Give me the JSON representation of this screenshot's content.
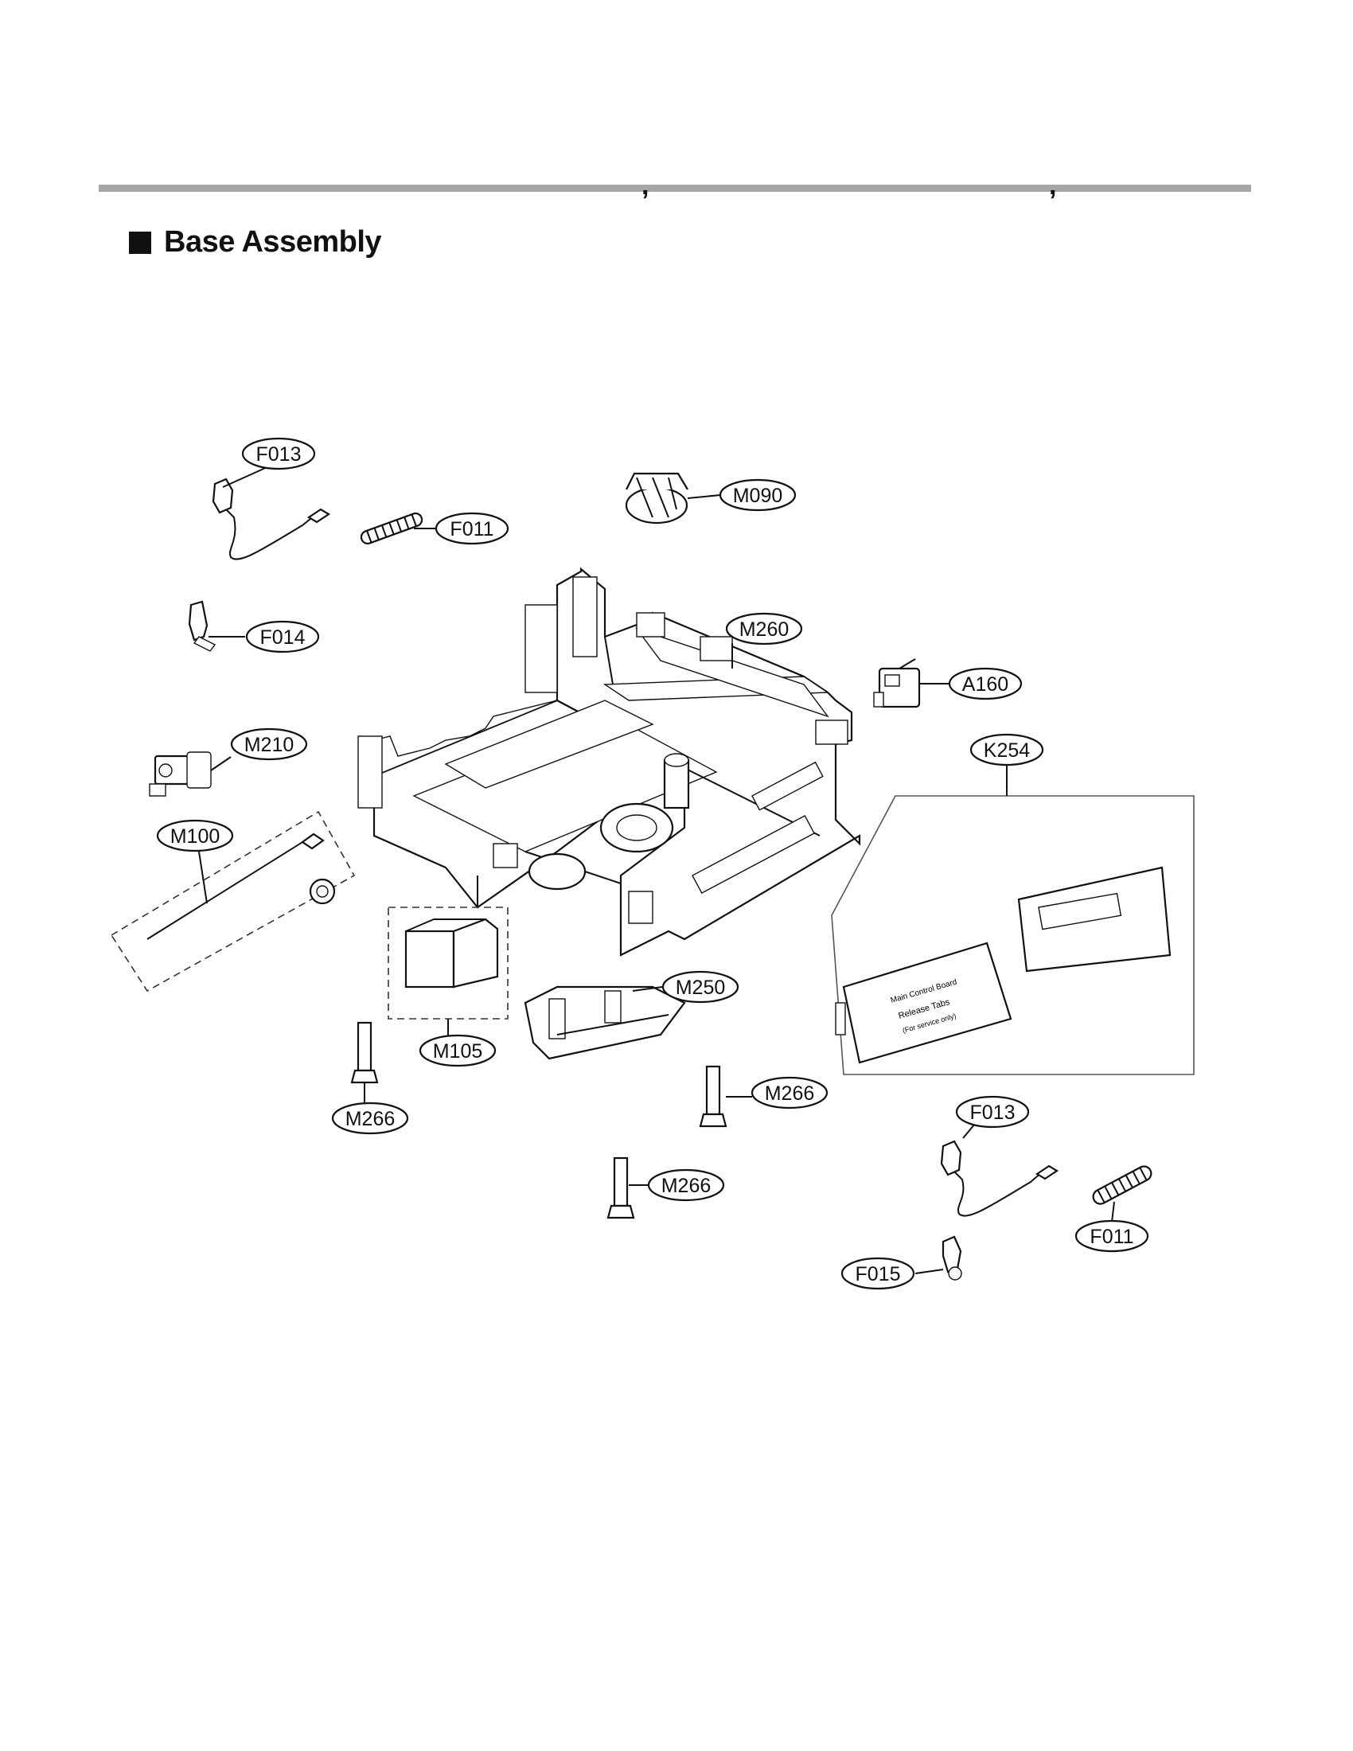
{
  "header": {
    "title": "Base Assembly",
    "rule_color": "#a7a7a7"
  },
  "callouts": [
    {
      "id": "F013",
      "label": "F013"
    },
    {
      "id": "F011",
      "label": "F011"
    },
    {
      "id": "M090",
      "label": "M090"
    },
    {
      "id": "F014",
      "label": "F014"
    },
    {
      "id": "M260",
      "label": "M260"
    },
    {
      "id": "A160",
      "label": "A160"
    },
    {
      "id": "M210",
      "label": "M210"
    },
    {
      "id": "K254",
      "label": "K254"
    },
    {
      "id": "M100",
      "label": "M100"
    },
    {
      "id": "M250",
      "label": "M250"
    },
    {
      "id": "M105",
      "label": "M105"
    },
    {
      "id": "M266",
      "label": "M266"
    },
    {
      "id": "M266b",
      "label": "M266"
    },
    {
      "id": "F013b",
      "label": "F013"
    },
    {
      "id": "M266c",
      "label": "M266"
    },
    {
      "id": "F011b",
      "label": "F011"
    },
    {
      "id": "F015",
      "label": "F015"
    }
  ],
  "cover_text": {
    "line1": "Main Control Board",
    "line2": "Release Tabs",
    "line3": "(For service only)"
  }
}
